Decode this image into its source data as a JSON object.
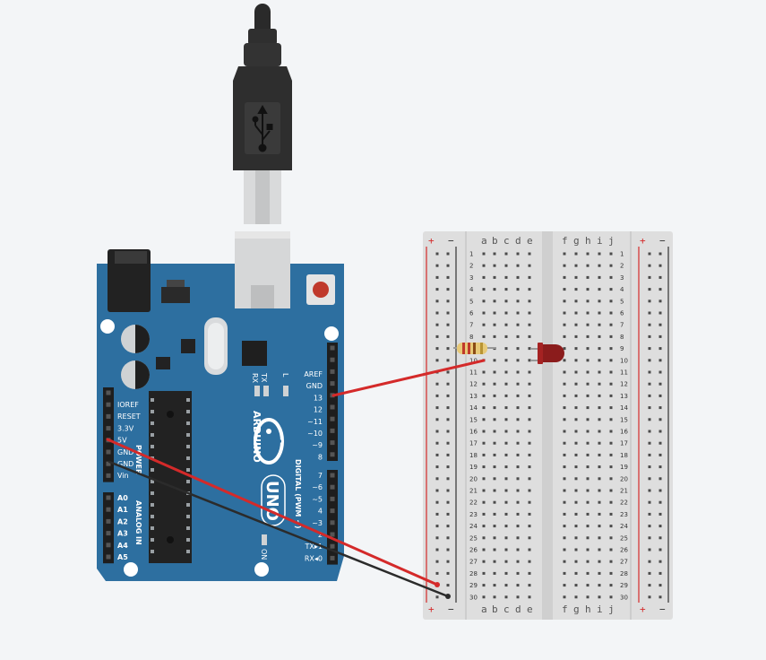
{
  "breadboard": {
    "top_rail_signs": [
      "+",
      "−"
    ],
    "left_columns": [
      "a",
      "b",
      "c",
      "d",
      "e"
    ],
    "right_columns": [
      "f",
      "g",
      "h",
      "i",
      "j"
    ],
    "rows": 30
  },
  "arduino": {
    "brand": "ARDUINO",
    "model": "UNO",
    "digital_header": [
      "AREF",
      "GND",
      "13",
      "12",
      "~11",
      "~10",
      "~9",
      "8"
    ],
    "digital_header2": [
      "7",
      "~6",
      "~5",
      "4",
      "~3",
      "2",
      "TX▸1",
      "RX◂0"
    ],
    "digital_title": "DIGITAL (PWM ~)",
    "power_pins": [
      "IOREF",
      "RESET",
      "3.3V",
      "5V",
      "GND",
      "GND",
      "Vin"
    ],
    "power_title": "POWER",
    "analog_pins": [
      "A0",
      "A1",
      "A2",
      "A3",
      "A4",
      "A5"
    ],
    "analog_title": "ANALOG IN",
    "led_labels": [
      "RX",
      "TX",
      "L"
    ],
    "on_label": "ON"
  },
  "wires": [
    {
      "name": "pin13-to-row10",
      "color": "#d42a2a"
    },
    {
      "name": "5v-to-rail",
      "color": "#d42a2a"
    },
    {
      "name": "gnd-to-rail",
      "color": "#2b2b2b"
    }
  ]
}
